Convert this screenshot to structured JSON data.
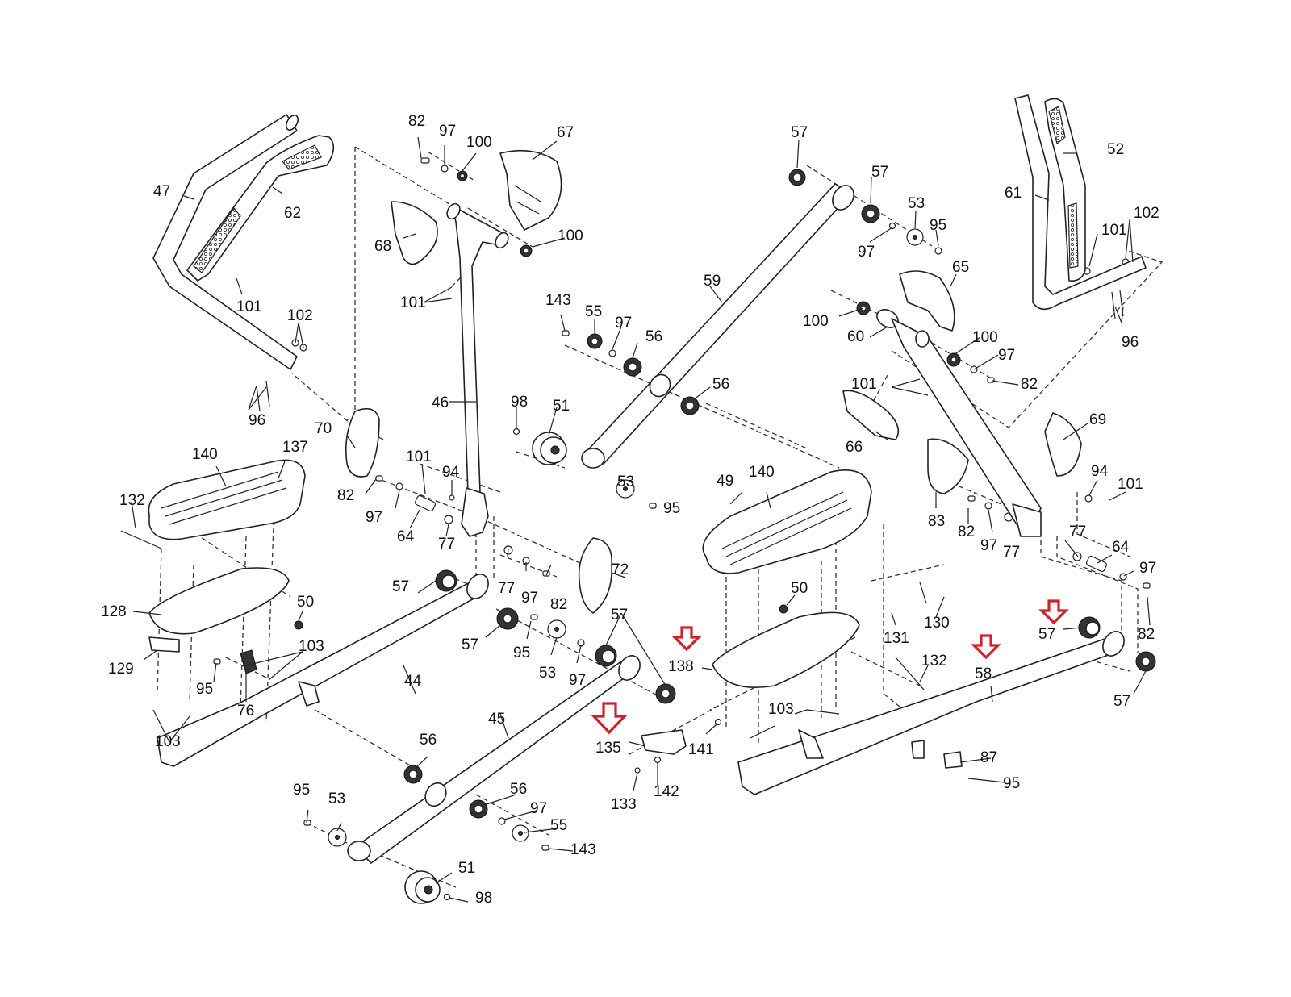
{
  "diagram": {
    "type": "exploded-parts-diagram",
    "subject": "elliptical trainer frame and pedal arm assembly",
    "highlight_color": "#d0222a",
    "highlighted_parts": [
      "135",
      "138",
      "58",
      "57"
    ],
    "labels": [
      {
        "id": "l47",
        "text": "47"
      },
      {
        "id": "l62",
        "text": "62"
      },
      {
        "id": "l101a",
        "text": "101"
      },
      {
        "id": "l102a",
        "text": "102"
      },
      {
        "id": "l96a",
        "text": "96"
      },
      {
        "id": "l82a",
        "text": "82"
      },
      {
        "id": "l97a",
        "text": "97"
      },
      {
        "id": "l100a",
        "text": "100"
      },
      {
        "id": "l67",
        "text": "67"
      },
      {
        "id": "l68",
        "text": "68"
      },
      {
        "id": "l100b",
        "text": "100"
      },
      {
        "id": "l101b",
        "text": "101"
      },
      {
        "id": "l46",
        "text": "46"
      },
      {
        "id": "l98a",
        "text": "98"
      },
      {
        "id": "l51a",
        "text": "51"
      },
      {
        "id": "l143a",
        "text": "143"
      },
      {
        "id": "l55a",
        "text": "55"
      },
      {
        "id": "l97b",
        "text": "97"
      },
      {
        "id": "l56a",
        "text": "56"
      },
      {
        "id": "l56b",
        "text": "56"
      },
      {
        "id": "l59",
        "text": "59"
      },
      {
        "id": "l57a",
        "text": "57"
      },
      {
        "id": "l57b",
        "text": "57"
      },
      {
        "id": "l53a",
        "text": "53"
      },
      {
        "id": "l95a",
        "text": "95"
      },
      {
        "id": "l97c",
        "text": "97"
      },
      {
        "id": "l53b",
        "text": "53"
      },
      {
        "id": "l95b",
        "text": "95"
      },
      {
        "id": "l52",
        "text": "52"
      },
      {
        "id": "l61",
        "text": "61"
      },
      {
        "id": "l101c",
        "text": "101"
      },
      {
        "id": "l102b",
        "text": "102"
      },
      {
        "id": "l96b",
        "text": "96"
      },
      {
        "id": "l65",
        "text": "65"
      },
      {
        "id": "l100c",
        "text": "100"
      },
      {
        "id": "l60",
        "text": "60"
      },
      {
        "id": "l100d",
        "text": "100"
      },
      {
        "id": "l97d",
        "text": "97"
      },
      {
        "id": "l82b",
        "text": "82"
      },
      {
        "id": "l101d",
        "text": "101"
      },
      {
        "id": "l66",
        "text": "66"
      },
      {
        "id": "l69",
        "text": "69"
      },
      {
        "id": "l70",
        "text": "70"
      },
      {
        "id": "l140a",
        "text": "140"
      },
      {
        "id": "l137",
        "text": "137"
      },
      {
        "id": "l132a",
        "text": "132"
      },
      {
        "id": "l82c",
        "text": "82"
      },
      {
        "id": "l97e",
        "text": "97"
      },
      {
        "id": "l101e",
        "text": "101"
      },
      {
        "id": "l94a",
        "text": "94"
      },
      {
        "id": "l64a",
        "text": "64"
      },
      {
        "id": "l77a",
        "text": "77"
      },
      {
        "id": "l128",
        "text": "128"
      },
      {
        "id": "l50a",
        "text": "50"
      },
      {
        "id": "l129",
        "text": "129"
      },
      {
        "id": "l103a",
        "text": "103"
      },
      {
        "id": "l95c",
        "text": "95"
      },
      {
        "id": "l76",
        "text": "76"
      },
      {
        "id": "l103b",
        "text": "103"
      },
      {
        "id": "l44",
        "text": "44"
      },
      {
        "id": "l57c",
        "text": "57"
      },
      {
        "id": "l57d",
        "text": "57"
      },
      {
        "id": "l77b",
        "text": "77"
      },
      {
        "id": "l97f",
        "text": "97"
      },
      {
        "id": "l82d",
        "text": "82"
      },
      {
        "id": "l72",
        "text": "72"
      },
      {
        "id": "l95d",
        "text": "95"
      },
      {
        "id": "l53c",
        "text": "53"
      },
      {
        "id": "l97g",
        "text": "97"
      },
      {
        "id": "l57e",
        "text": "57"
      },
      {
        "id": "l138",
        "text": "138"
      },
      {
        "id": "l135",
        "text": "135"
      },
      {
        "id": "l45",
        "text": "45"
      },
      {
        "id": "l56c",
        "text": "56"
      },
      {
        "id": "l141",
        "text": "141"
      },
      {
        "id": "l133",
        "text": "133"
      },
      {
        "id": "l142",
        "text": "142"
      },
      {
        "id": "l95e",
        "text": "95"
      },
      {
        "id": "l53d",
        "text": "53"
      },
      {
        "id": "l56d",
        "text": "56"
      },
      {
        "id": "l97h",
        "text": "97"
      },
      {
        "id": "l55b",
        "text": "55"
      },
      {
        "id": "l143b",
        "text": "143"
      },
      {
        "id": "l51b",
        "text": "51"
      },
      {
        "id": "l98b",
        "text": "98"
      },
      {
        "id": "l49",
        "text": "49"
      },
      {
        "id": "l140b",
        "text": "140"
      },
      {
        "id": "l50b",
        "text": "50"
      },
      {
        "id": "l130",
        "text": "130"
      },
      {
        "id": "l131",
        "text": "131"
      },
      {
        "id": "l132b",
        "text": "132"
      },
      {
        "id": "l103c",
        "text": "103"
      },
      {
        "id": "l58",
        "text": "58"
      },
      {
        "id": "l87",
        "text": "87"
      },
      {
        "id": "l95f",
        "text": "95"
      },
      {
        "id": "l83",
        "text": "83"
      },
      {
        "id": "l82e",
        "text": "82"
      },
      {
        "id": "l97i",
        "text": "97"
      },
      {
        "id": "l77c",
        "text": "77"
      },
      {
        "id": "l94b",
        "text": "94"
      },
      {
        "id": "l101f",
        "text": "101"
      },
      {
        "id": "l77d",
        "text": "77"
      },
      {
        "id": "l64b",
        "text": "64"
      },
      {
        "id": "l97j",
        "text": "97"
      },
      {
        "id": "l82f",
        "text": "82"
      },
      {
        "id": "l57f",
        "text": "57"
      },
      {
        "id": "l57g",
        "text": "57"
      }
    ]
  }
}
